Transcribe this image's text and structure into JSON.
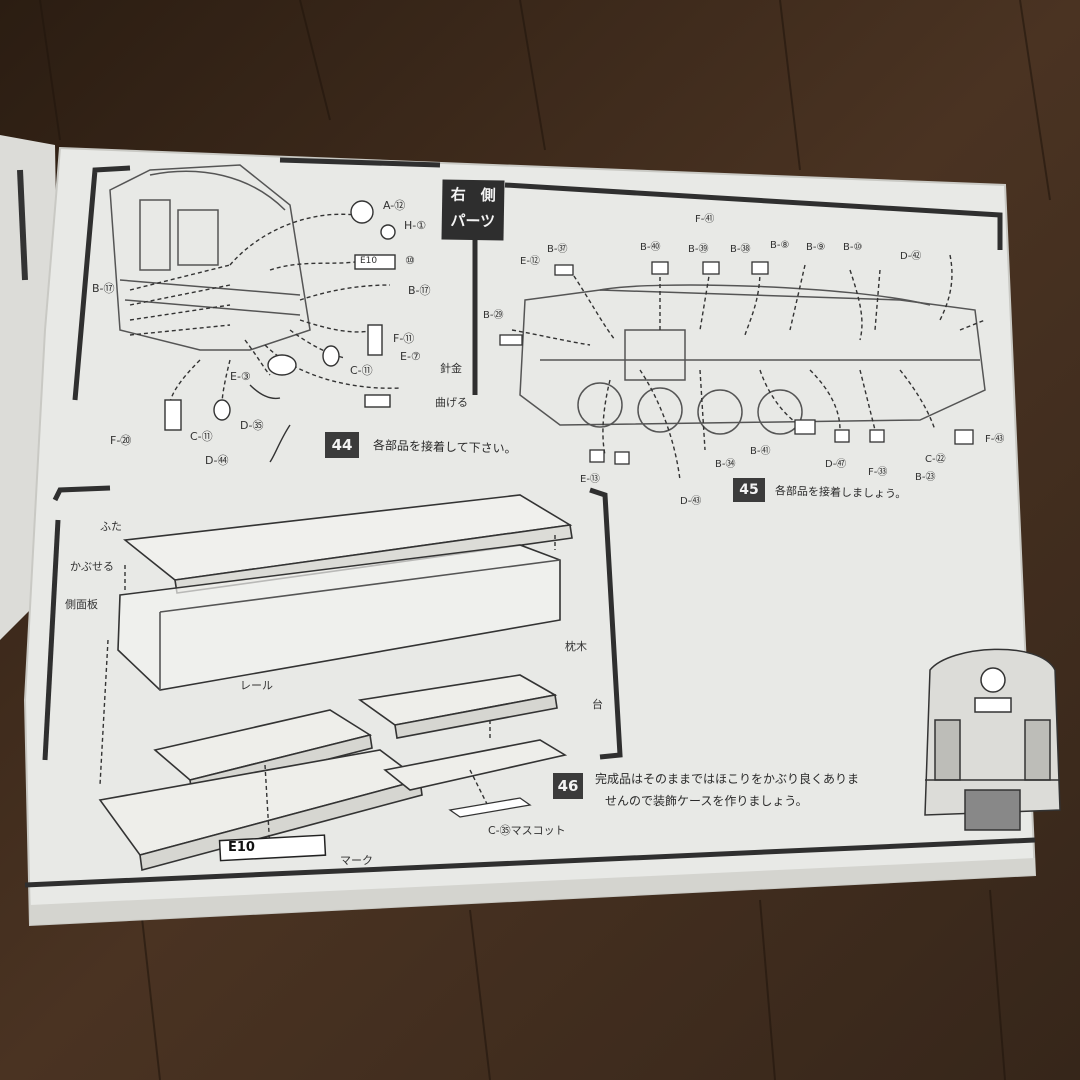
{
  "panel_44": {
    "badge_line1": "右　側",
    "badge_line2": "パーツ",
    "step_number": "44",
    "instruction": "各部品を接着して下さい。",
    "part_labels": [
      "A-⑫",
      "H-①",
      "E10",
      "⑩",
      "B-⑰",
      "B-⑰",
      "F-⑪",
      "C-⑪",
      "E-⑦",
      "針金",
      "曲げる",
      "E-③",
      "D-㉟",
      "F-⑳",
      "C-⑪",
      "D-㊹"
    ]
  },
  "panel_45": {
    "step_number": "45",
    "instruction": "各部品を接着しましょう。",
    "part_labels": [
      "F-㊶",
      "B-㊲",
      "B-㊵",
      "B-㊴",
      "B-㊳",
      "B-⑧",
      "B-⑨",
      "B-⑩",
      "D-㊷",
      "E-⑫",
      "B-㉙",
      "F-㊸",
      "E-⑬",
      "B-㉞",
      "B-㊶",
      "D-㊸",
      "D-㊼",
      "F-㉝",
      "C-㉒",
      "B-㉓"
    ]
  },
  "panel_46": {
    "step_number": "46",
    "instruction_line1": "完成品はそのままではほこりをかぶり良くありま",
    "instruction_line2": "せんので装飾ケースを作りましょう。",
    "labels": {
      "lid": "ふた",
      "cover": "かぶせる",
      "side_panel": "側面板",
      "rail": "レール",
      "sleeper": "枕木",
      "base": "台",
      "mascot": "C-㉟マスコット",
      "mark": "マーク"
    },
    "nameplate_text": "E10"
  },
  "colors": {
    "paper": "#e8e9e6",
    "ink": "#2f2f2f",
    "wood": "#3a2a1e"
  }
}
